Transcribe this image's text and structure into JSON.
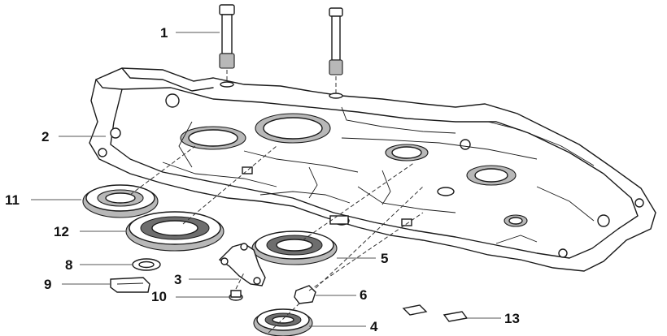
{
  "diagram": {
    "callouts": [
      {
        "id": "1",
        "label": "1"
      },
      {
        "id": "2",
        "label": "2"
      },
      {
        "id": "3",
        "label": "3"
      },
      {
        "id": "4",
        "label": "4"
      },
      {
        "id": "5",
        "label": "5"
      },
      {
        "id": "6",
        "label": "6"
      },
      {
        "id": "8",
        "label": "8"
      },
      {
        "id": "9",
        "label": "9"
      },
      {
        "id": "10",
        "label": "10"
      },
      {
        "id": "11",
        "label": "11"
      },
      {
        "id": "12",
        "label": "12"
      },
      {
        "id": "13",
        "label": "13"
      }
    ]
  }
}
